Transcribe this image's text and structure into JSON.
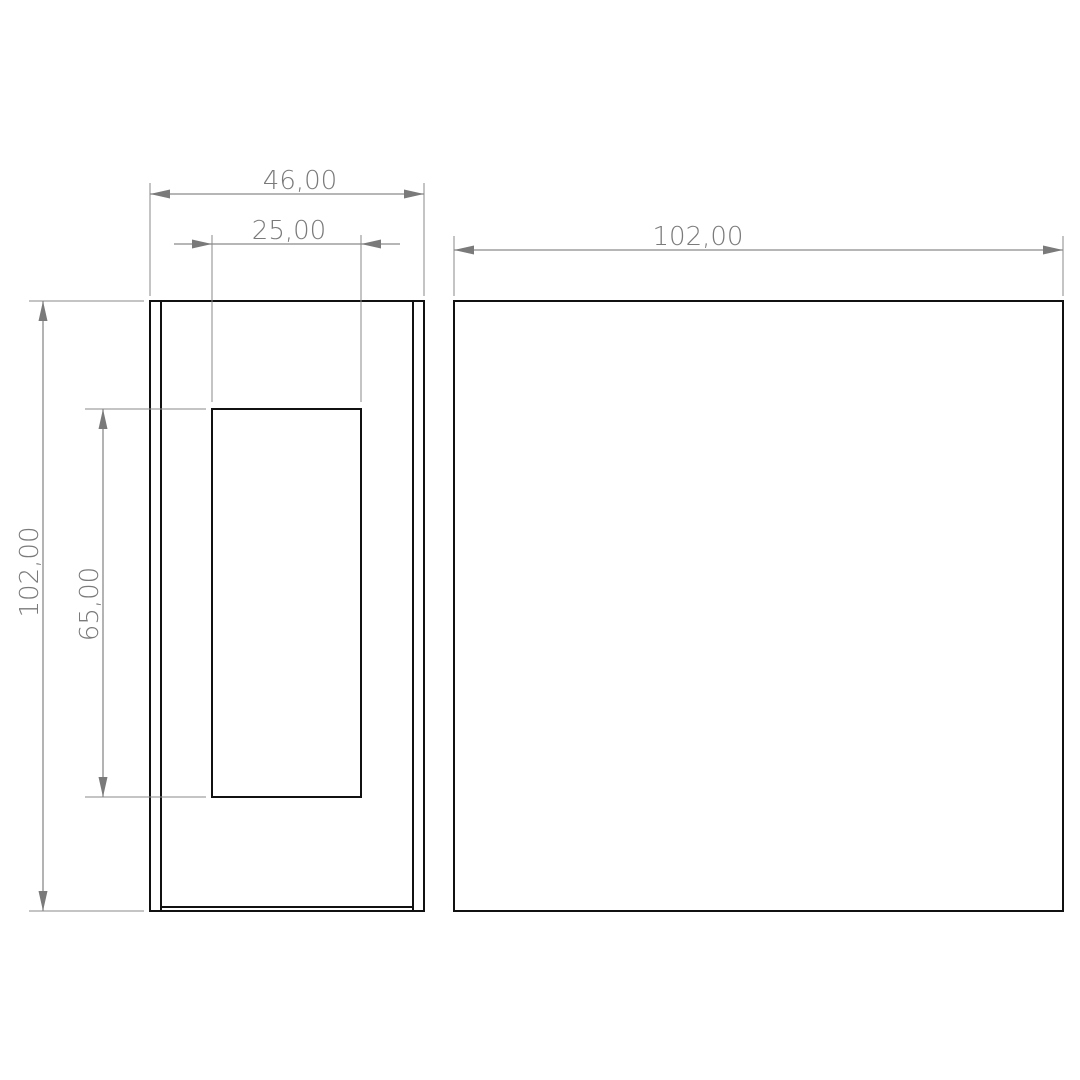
{
  "drawing": {
    "dimensions": {
      "overall_depth": "46,00",
      "window_width": "25,00",
      "overall_width": "102,00",
      "overall_height": "102,00",
      "window_height": "65,00"
    },
    "colors": {
      "outline": "#111111",
      "dimension": "#7a7a7a",
      "background": "#ffffff"
    }
  }
}
